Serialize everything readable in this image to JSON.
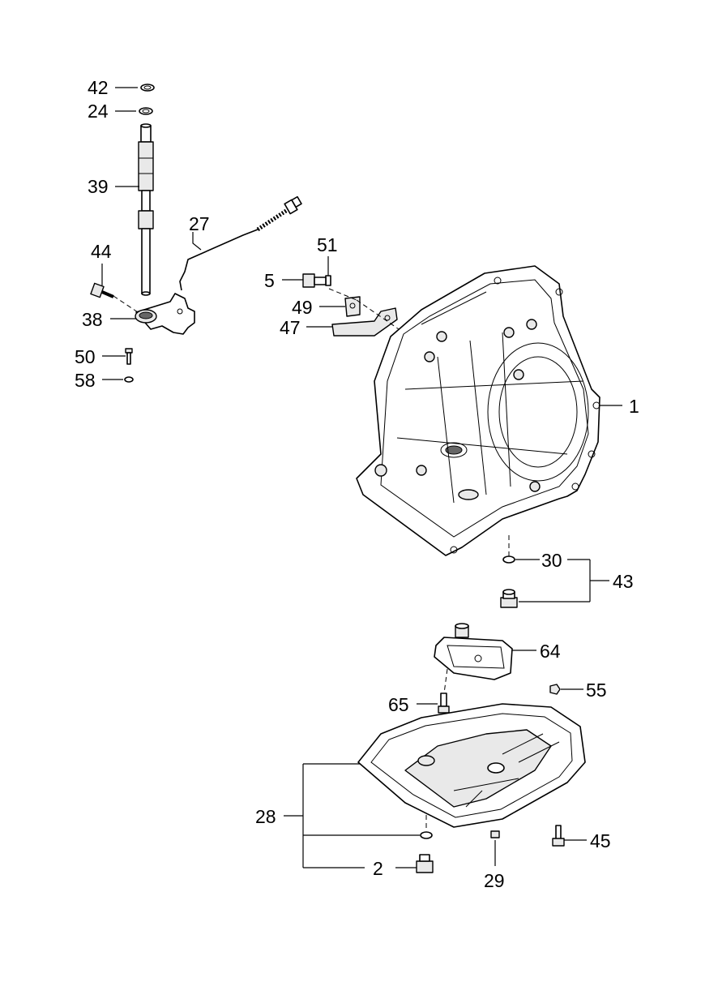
{
  "labels": {
    "p42": "42",
    "p24": "24",
    "p39": "39",
    "p27": "27",
    "p44": "44",
    "p51": "51",
    "p5": "5",
    "p49": "49",
    "p47": "47",
    "p38": "38",
    "p50": "50",
    "p58": "58",
    "p1": "1",
    "p30": "30",
    "p43": "43",
    "p64": "64",
    "p55": "55",
    "p65": "65",
    "p28": "28",
    "p45": "45",
    "p2": "2",
    "p29": "29"
  }
}
